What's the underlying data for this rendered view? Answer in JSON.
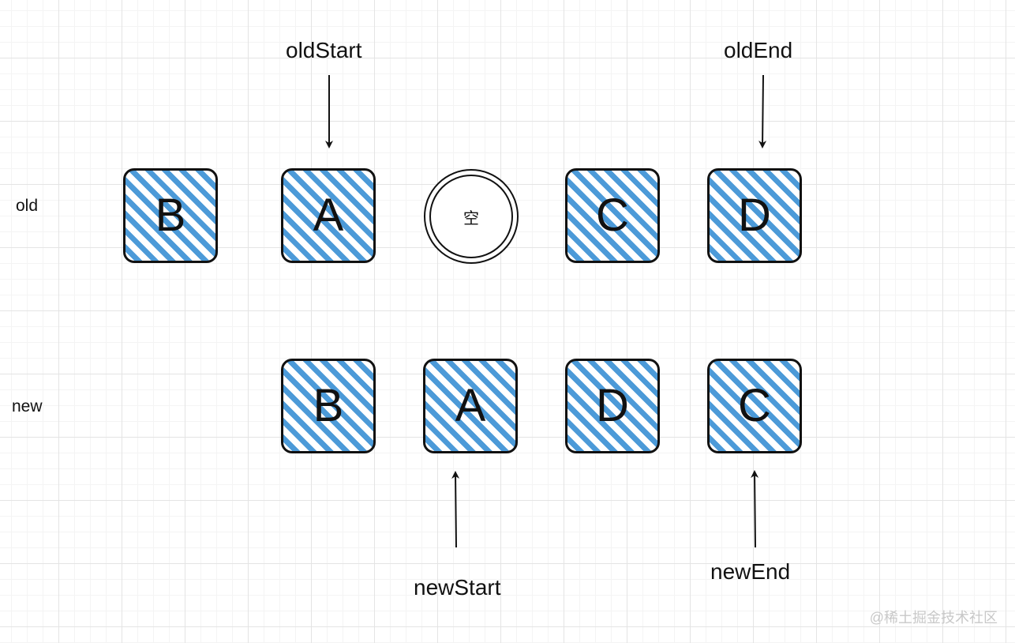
{
  "rows": {
    "old_label": "old",
    "new_label": "new"
  },
  "old_nodes": [
    "B",
    "A",
    "空",
    "C",
    "D"
  ],
  "new_nodes": [
    "B",
    "A",
    "D",
    "C"
  ],
  "pointers": {
    "old_start": "oldStart",
    "old_end": "oldEnd",
    "new_start": "newStart",
    "new_end": "newEnd"
  },
  "colors": {
    "stripe": "#4c9ad8",
    "outline": "#111111",
    "grid": "#e4e4e4"
  },
  "watermark": "@稀土掘金技术社区"
}
